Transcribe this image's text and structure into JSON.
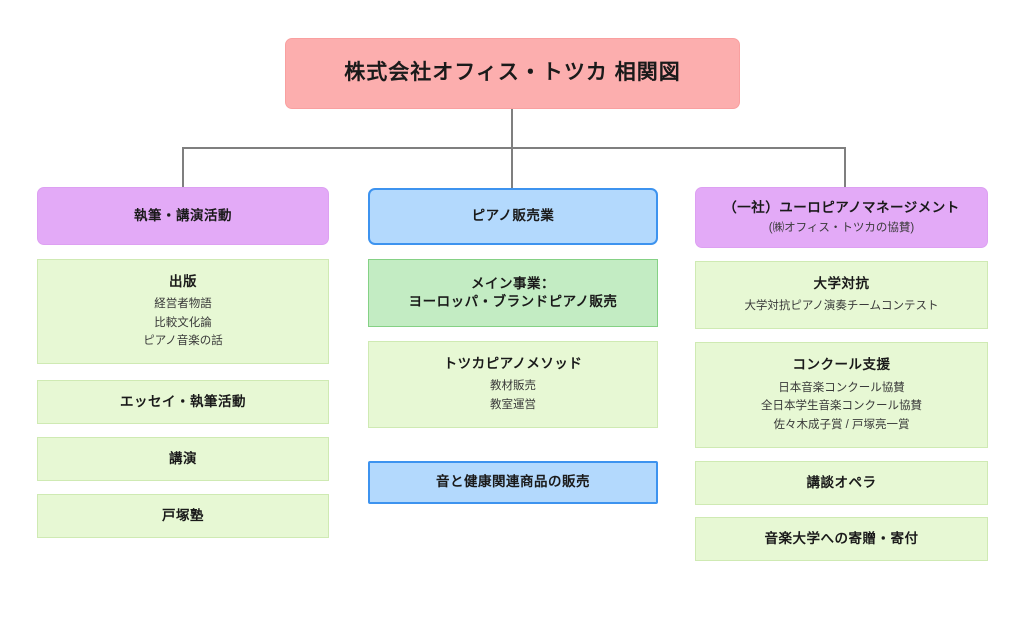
{
  "diagram": {
    "root": {
      "label": "株式会社オフィス・トツカ 相関図",
      "color": "#fcaeae"
    },
    "columns": [
      {
        "id": "writing",
        "header": {
          "label": "執筆・講演活動",
          "sub": "",
          "color": "#e3aaf7"
        },
        "items": [
          {
            "label": "出版",
            "sub_items": [
              "経営者物語",
              "比較文化論",
              "ピアノ音楽の話"
            ],
            "color": "#e7f8d4"
          },
          {
            "label": "エッセイ・執筆活動",
            "sub_items": [],
            "color": "#e7f8d4"
          },
          {
            "label": "講演",
            "sub_items": [],
            "color": "#e7f8d4"
          },
          {
            "label": "戸塚塾",
            "sub_items": [],
            "color": "#e7f8d4"
          }
        ]
      },
      {
        "id": "piano-sales",
        "header": {
          "label": "ピアノ販売業",
          "sub": "",
          "color": "#b3d9fd"
        },
        "items": [
          {
            "label_line1": "メイン事業：",
            "label_line2": "ヨーロッパ・ブランドピアノ販売",
            "sub_items": [],
            "color": "#c3ecc3"
          },
          {
            "label": "トツカピアノメソッド",
            "sub_items": [
              "教材販売",
              "教室運営"
            ],
            "color": "#e7f8d4"
          },
          {
            "label": "音と健康関連商品の販売",
            "sub_items": [],
            "color": "#b3d9fd"
          }
        ]
      },
      {
        "id": "euro-piano",
        "header": {
          "label": "（一社）ユーロピアノマネージメント",
          "sub": "(㈱オフィス・トツカの協賛)",
          "color": "#e3aaf7"
        },
        "items": [
          {
            "label": "大学対抗",
            "sub_items": [
              "大学対抗ピアノ演奏チームコンテスト"
            ],
            "color": "#e7f8d4"
          },
          {
            "label": "コンクール支援",
            "sub_items": [
              "日本音楽コンクール協賛",
              "全日本学生音楽コンクール協賛",
              "佐々木成子賞 / 戸塚亮一賞"
            ],
            "color": "#e7f8d4"
          },
          {
            "label": "講談オペラ",
            "sub_items": [],
            "color": "#e7f8d4"
          },
          {
            "label": "音楽大学への寄贈・寄付",
            "sub_items": [],
            "color": "#e7f8d4"
          }
        ]
      }
    ],
    "connector_color": "#7f7f7f"
  }
}
